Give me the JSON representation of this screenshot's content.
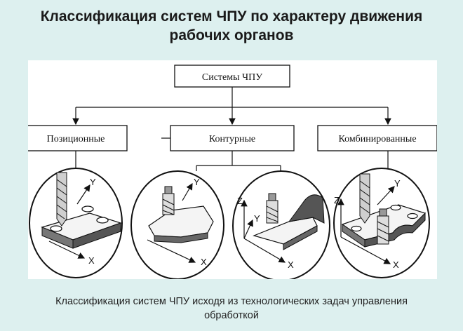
{
  "title": {
    "line1": "Классификация систем ЧПУ по характеру движения",
    "line2": "рабочих органов"
  },
  "diagram": {
    "root": "Системы ЧПУ",
    "categories": [
      "Позиционные",
      "Контурные",
      "Комбинированные"
    ],
    "axis_labels": {
      "x": "X",
      "y": "Y",
      "z": "Z"
    }
  },
  "caption": {
    "line1": "Классификация систем ЧПУ исходя из технологических задач управления",
    "line2": "обработкой"
  }
}
